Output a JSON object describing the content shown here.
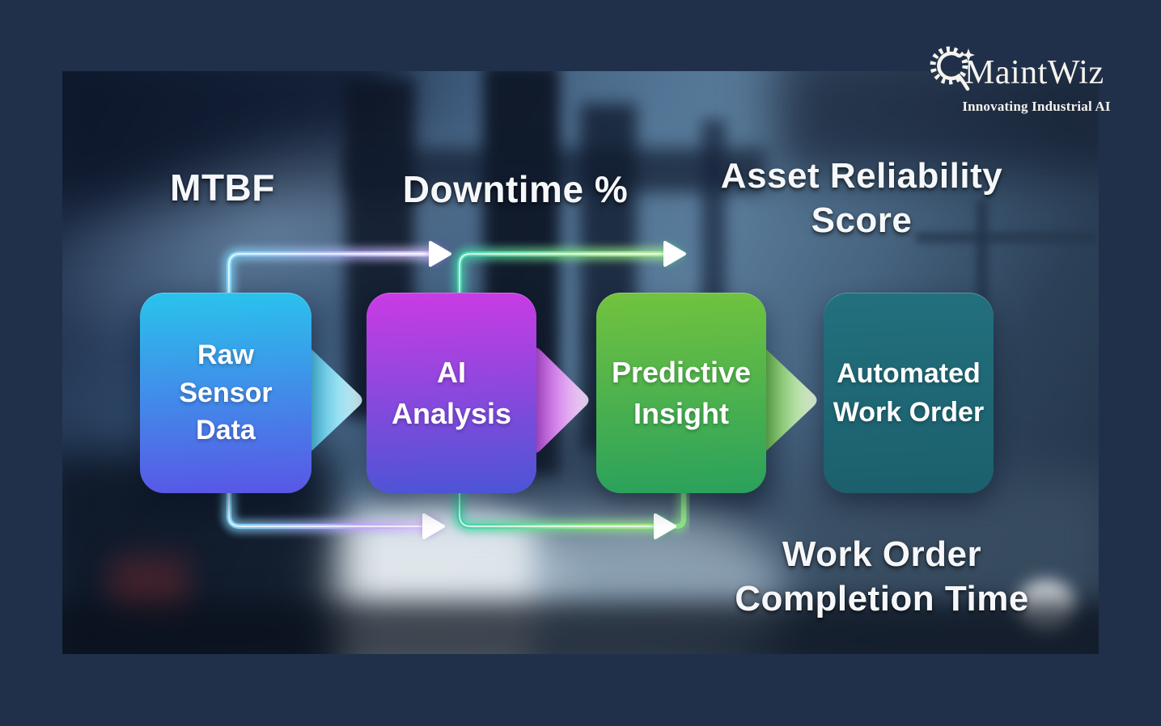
{
  "brand": {
    "name": "MaintWiz",
    "tagline": "Innovating Industrial AI",
    "logo_icon": "gear-swirl-icon"
  },
  "metrics": {
    "mtbf": "MTBF",
    "downtime": "Downtime %",
    "asset_reliability_line1": "Asset Reliability",
    "asset_reliability_line2": "Score",
    "work_order_line1": "Work Order",
    "work_order_line2": "Completion Time"
  },
  "flow": {
    "steps": [
      {
        "name": "raw-sensor-data",
        "lines": [
          "Raw",
          "Sensor",
          "Data"
        ],
        "color_top": "#29c4ec",
        "color_bottom": "#5956e6"
      },
      {
        "name": "ai-analysis",
        "lines": [
          "AI",
          "Analysis"
        ],
        "color_top": "#cb3be4",
        "color_bottom": "#4b55d6"
      },
      {
        "name": "predictive-insight",
        "lines": [
          "Predictive",
          "Insight"
        ],
        "color_top": "#72c33e",
        "color_bottom": "#2aa15c"
      },
      {
        "name": "automated-work-order",
        "lines": [
          "Automated",
          "Work Order"
        ],
        "color_top": "#23707e",
        "color_bottom": "#1b5f6c"
      }
    ]
  },
  "colors": {
    "frame": "#20304a",
    "arrow_blue_start": "#7fd2f4",
    "arrow_purple_end": "#e4d4fb",
    "arrow_teal_start": "#43d3ac",
    "arrow_green_end": "#b8f09a",
    "arrowhead": "#ffffff"
  }
}
